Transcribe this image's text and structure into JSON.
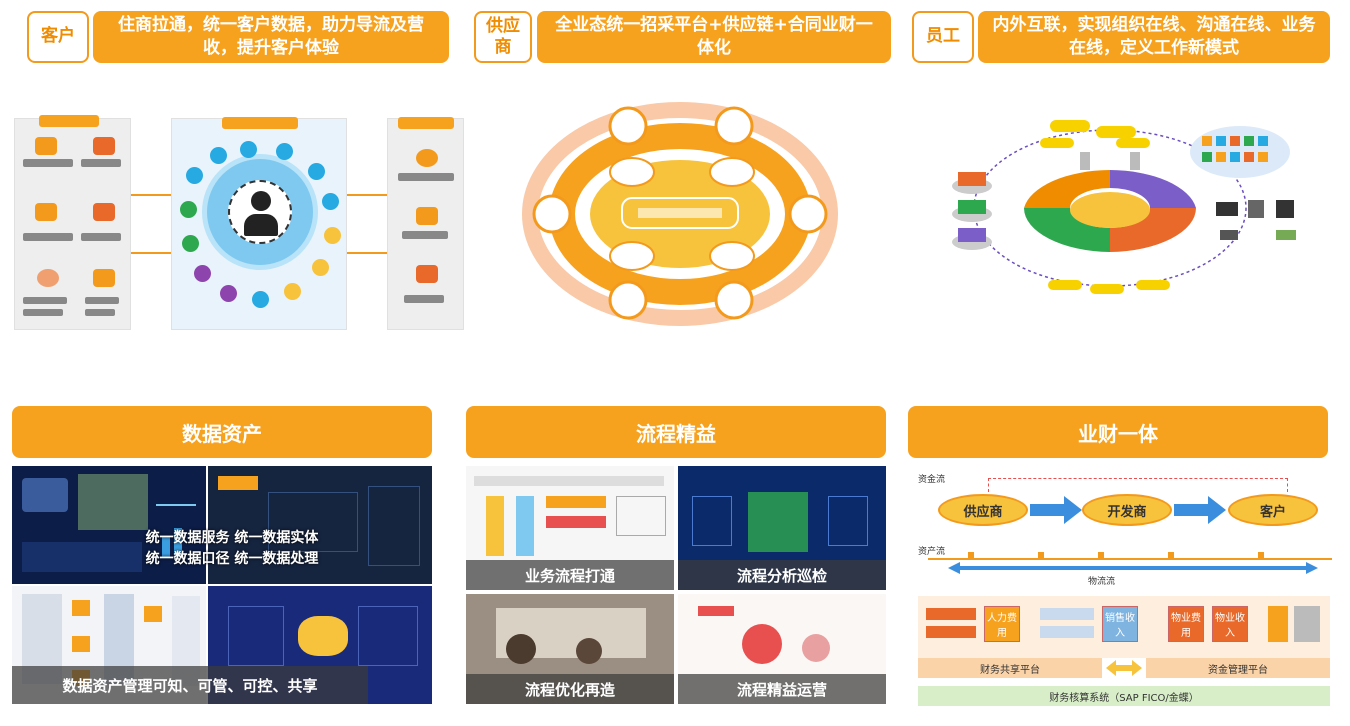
{
  "top": {
    "customer": {
      "tag": "客户",
      "text": "住商拉通，统一客户数据，助力导流及营收，提升客户体验"
    },
    "supplier": {
      "tag": "供应商",
      "text": "全业态统一招采平台+供应链+合同业财一体化"
    },
    "employee": {
      "tag": "员工",
      "text": "内外互联，实现组织在线、沟通在线、业务在线，定义工作新模式"
    }
  },
  "bottom": {
    "data": {
      "title": "数据资产",
      "overlay": [
        "统一数据服务  统一数据实体",
        "统一数据口径  统一数据处理"
      ],
      "caption": "数据资产管理可知、可管、可控、共享"
    },
    "process": {
      "title": "流程精益",
      "captions": [
        "业务流程打通",
        "流程分析巡检",
        "流程优化再造",
        "流程精益运营"
      ]
    },
    "finance": {
      "title": "业财一体",
      "nodes": [
        "供应商",
        "开发商",
        "客户"
      ],
      "flow_labels": {
        "left": "资金流",
        "mid": "物流流",
        "lower": "资产流"
      },
      "platforms": [
        "财务共享平台",
        "资金管理平台"
      ],
      "system": "财务核算系统（SAP FICO/金蝶）",
      "boxes": [
        "人力费用",
        "销售收入",
        "物业费用",
        "物业收入"
      ]
    }
  },
  "colors": {
    "orange": "#f7a21e",
    "orange_border": "#f39a1c",
    "dark_blue": "#0c1d47",
    "blue_arrow": "#3b8ede"
  }
}
